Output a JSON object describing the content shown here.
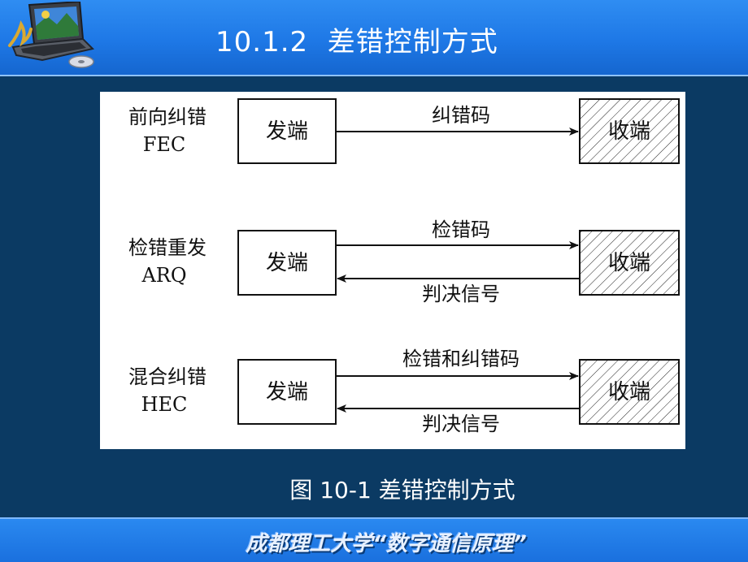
{
  "header": {
    "title": "10.1.2  差错控制方式"
  },
  "diagram": {
    "rows": [
      {
        "method_cn": "前向纠错",
        "method_en": "FEC",
        "sender": "发端",
        "receiver": "收端",
        "forward_label": "纠错码",
        "backward_label": ""
      },
      {
        "method_cn": "检错重发",
        "method_en": "ARQ",
        "sender": "发端",
        "receiver": "收端",
        "forward_label": "检错码",
        "backward_label": "判决信号"
      },
      {
        "method_cn": "混合纠错",
        "method_en": "HEC",
        "sender": "发端",
        "receiver": "收端",
        "forward_label": "检错和纠错码",
        "backward_label": "判决信号"
      }
    ]
  },
  "caption": "图 10-1 差错控制方式",
  "footer": {
    "text": "成都理工大学“数字通信原理”"
  },
  "colors": {
    "background": "#0b3a63",
    "header": "#1e78e6",
    "footer": "#1a70de"
  },
  "icons": {
    "logo": "laptop-icon"
  }
}
